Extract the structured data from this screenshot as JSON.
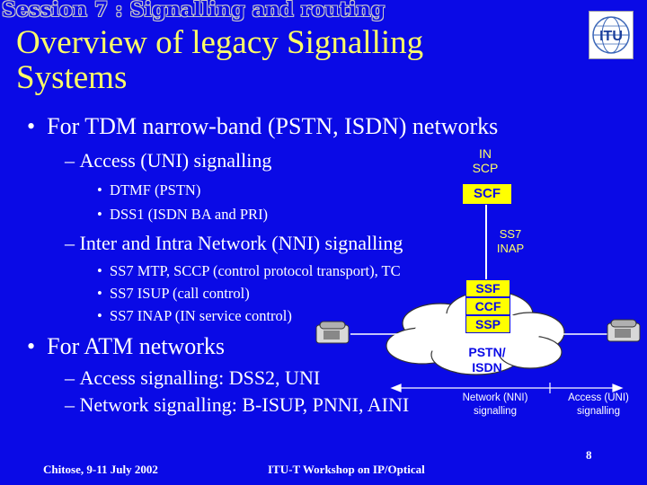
{
  "header": {
    "session": "Session 7 : Signalling and routing",
    "title_line1": "Overview of legacy Signalling",
    "title_line2": "Systems",
    "logo_text": "ITU"
  },
  "bullets": {
    "tdm": "For TDM narrow-band (PSTN, ISDN) networks",
    "access": "Access (UNI) signalling",
    "dtmf": "DTMF (PSTN)",
    "dss1": "DSS1 (ISDN BA and PRI)",
    "nni": "Inter and Intra Network (NNI) signalling",
    "ss7_mtp": "SS7 MTP, SCCP (control protocol transport), TC",
    "ss7_isup": "SS7 ISUP (call control)",
    "ss7_inap": "SS7 INAP (IN service control)",
    "atm": "For ATM networks",
    "atm_access": "Access signalling: DSS2, UNI",
    "atm_network": "Network signalling: B-ISUP, PNNI, AINI"
  },
  "diagram": {
    "in_scp_line1": "IN",
    "in_scp_line2": "SCP",
    "scf": "SCF",
    "ss7_line1": "SS7",
    "ss7_line2": "INAP",
    "ssf": "SSF",
    "ccf": "CCF",
    "ssp": "SSP",
    "pstn_line1": "PSTN/",
    "pstn_line2": "ISDN",
    "nni_line1": "Network (NNI)",
    "nni_line2": "signalling",
    "uni_line1": "Access (UNI)",
    "uni_line2": "signalling"
  },
  "footer": {
    "venue": "Chitose, 9-11 July 2002",
    "workshop": "ITU-T Workshop on IP/Optical",
    "page": "8"
  },
  "colors": {
    "background": "#0a0ae6",
    "title": "#ffff66",
    "highlight": "#ffff00",
    "text": "#ffffff"
  }
}
